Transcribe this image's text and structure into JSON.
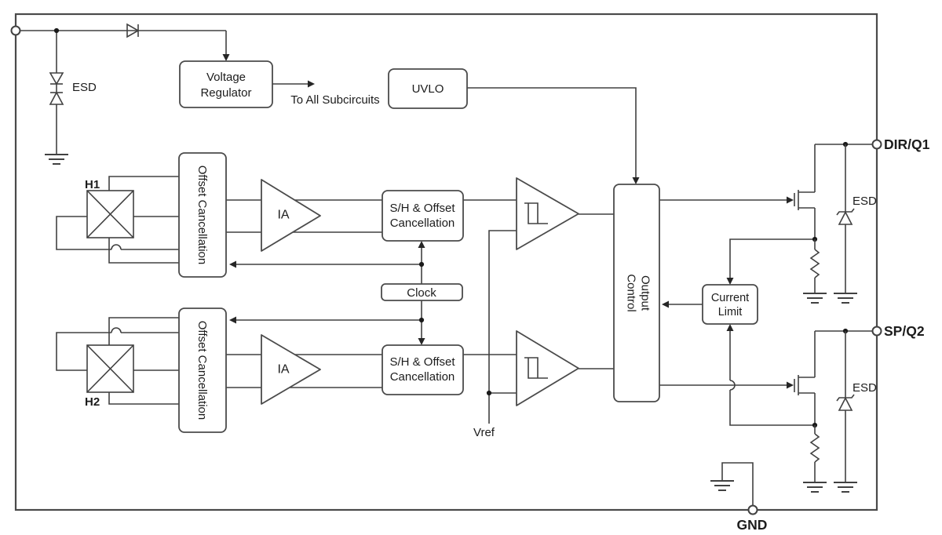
{
  "diagram": {
    "pins": {
      "dir_q1": "DIR/Q1",
      "sp_q2": "SP/Q2",
      "gnd": "GND"
    },
    "blocks": {
      "voltage_regulator": {
        "line1": "Voltage",
        "line2": "Regulator"
      },
      "uvlo": "UVLO",
      "offset_cancellation": "Offset Cancellation",
      "ia": "IA",
      "sh_offset": {
        "line1": "S/H & Offset",
        "line2": "Cancellation"
      },
      "clock": "Clock",
      "output_control": {
        "line1": "Output",
        "line2": "Control"
      },
      "current_limit": {
        "line1": "Current",
        "line2": "Limit"
      }
    },
    "labels": {
      "esd": "ESD",
      "to_all_subcircuits": "To All Subcircuits",
      "h1": "H1",
      "h2": "H2",
      "vref": "Vref"
    },
    "colors": {
      "wire": "#414141",
      "border": "#4a4a4a",
      "text": "#1c1c1c",
      "background": "#ffffff"
    }
  }
}
